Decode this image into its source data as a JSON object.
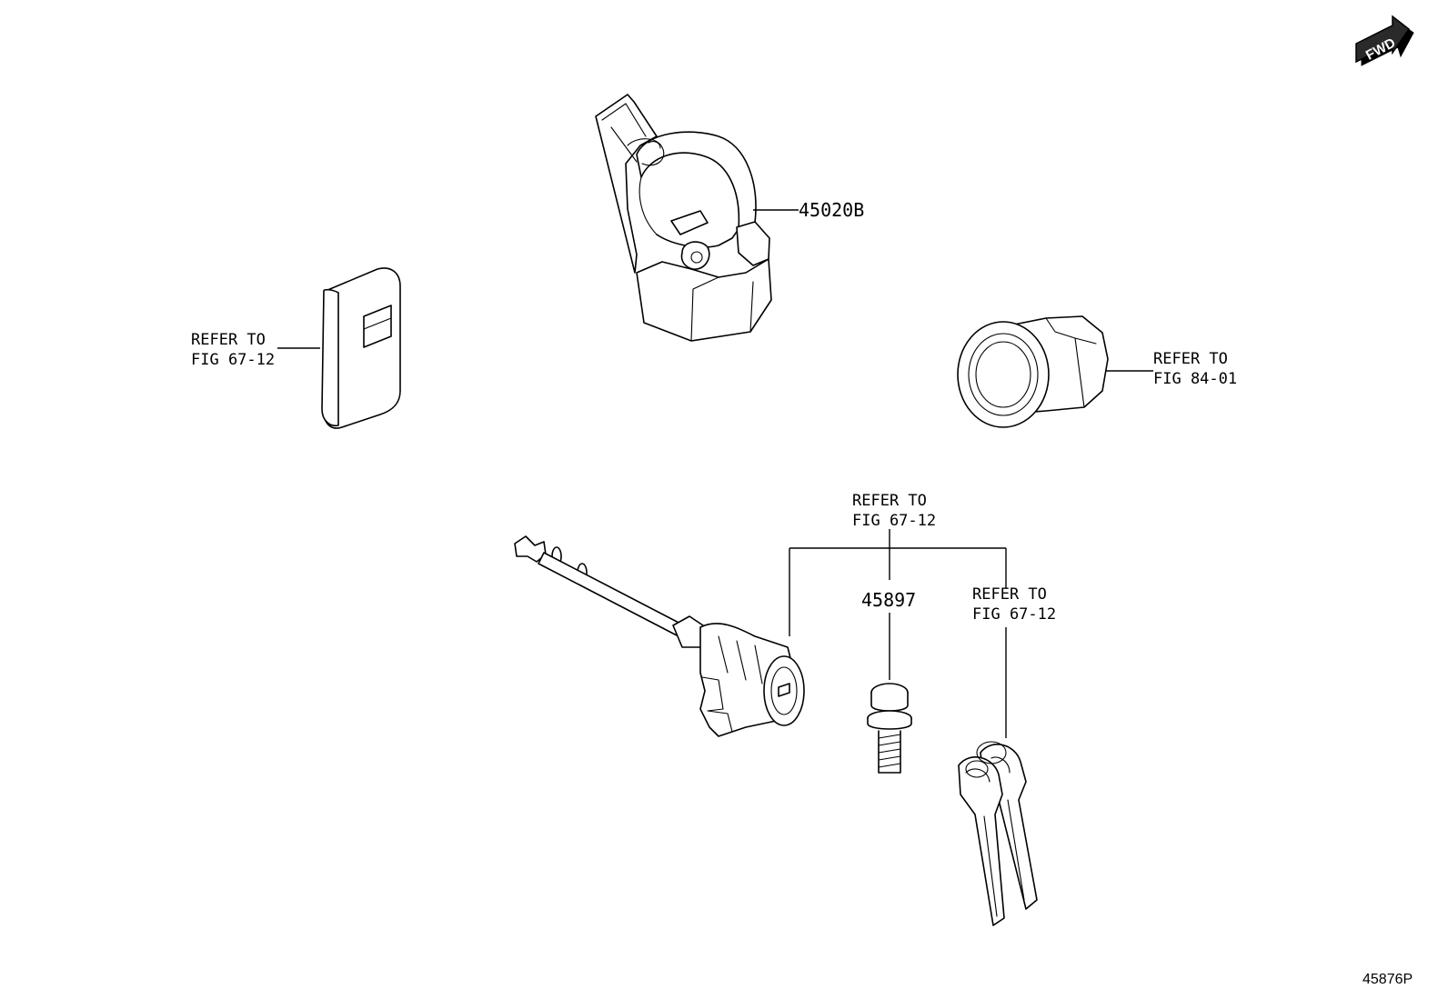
{
  "fwd": {
    "label": "FWD"
  },
  "parts": {
    "lock_switch": {
      "number": "45020B"
    },
    "key_fob": {
      "refer_line1": "REFER TO",
      "refer_line2": "FIG 67-12"
    },
    "push_button": {
      "refer_line1": "REFER TO",
      "refer_line2": "FIG 84-01"
    },
    "cylinder_group": {
      "refer_line1": "REFER TO",
      "refer_line2": "FIG 67-12"
    },
    "screw": {
      "number": "45897"
    },
    "keys": {
      "refer_line1": "REFER TO",
      "refer_line2": "FIG 67-12"
    }
  },
  "diagram_id": "45876P"
}
